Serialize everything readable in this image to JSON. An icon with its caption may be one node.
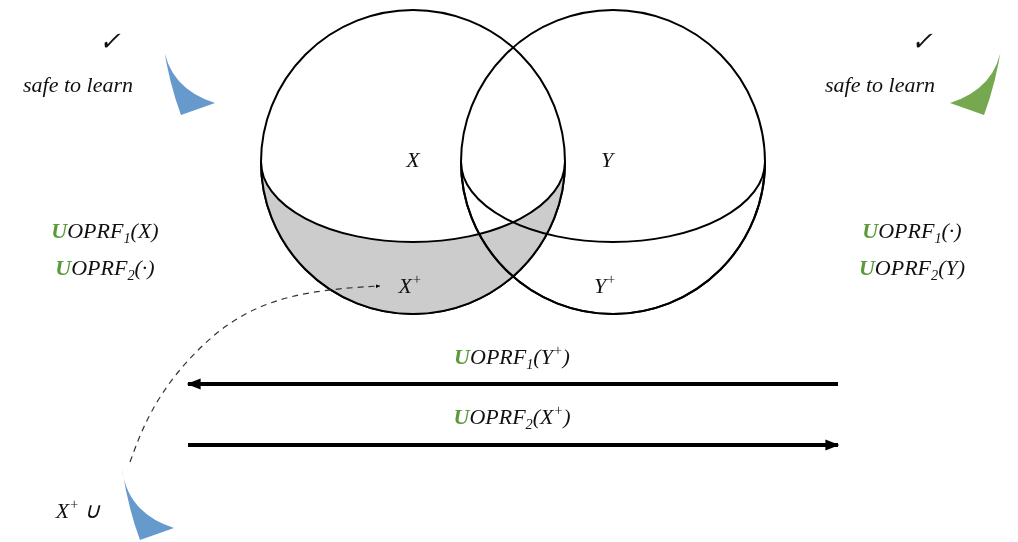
{
  "diagram": {
    "nodes": [
      {
        "text": [
          "X"
        ]
      },
      {
        "text": [
          "Y"
        ]
      },
      {
        "text": [
          "X$^{+}$"
        ],
        "in": 0
      },
      {
        "text": [
          "Y$^{+}$"
        ],
        "in": 1
      },
      {
        "text": [
          "X$^{+}$ ∪"
        ]
      }
    ],
    "edges": [
      {
        "from": 4,
        "to": 2,
        "arrow": "to",
        "style": "dashed"
      }
    ],
    "labels": [
      "✓",
      "✓",
      "safe to learn",
      "safe to learn",
      "**U**OPRF$_{1}$(X)",
      "**U**OPRF$_{2}$(·)",
      "**U**OPRF$_{1}$(·)",
      "**U**OPRF$_{2}$(Y)",
      "**U**OPRF$_{1}$(Y$^{+}$)",
      "**U**OPRF$_{2}$(X$^{+}$)"
    ]
  }
}
